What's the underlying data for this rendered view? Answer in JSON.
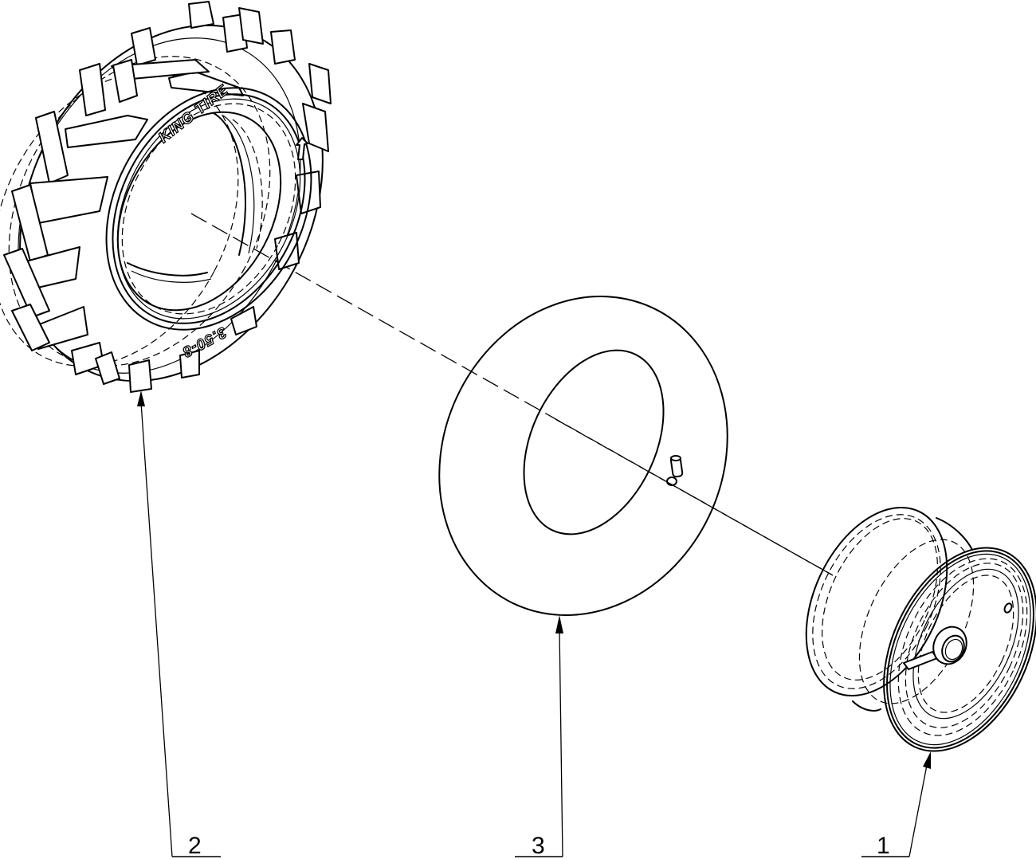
{
  "drawing": {
    "type": "exploded assembly view",
    "background": "#ffffff",
    "line_color": "#000000"
  },
  "parts": [
    {
      "id": "1",
      "name": "rim",
      "balloon_label": "1"
    },
    {
      "id": "2",
      "name": "tire",
      "balloon_label": "2",
      "sidewall_text": "KING TIRE",
      "size_text": "3.50-8"
    },
    {
      "id": "3",
      "name": "inner tube",
      "balloon_label": "3"
    }
  ],
  "balloons": {
    "rim": "1",
    "tire": "2",
    "tube": "3"
  },
  "tire": {
    "brand": "KING TIRE",
    "size": "3.50-8"
  }
}
